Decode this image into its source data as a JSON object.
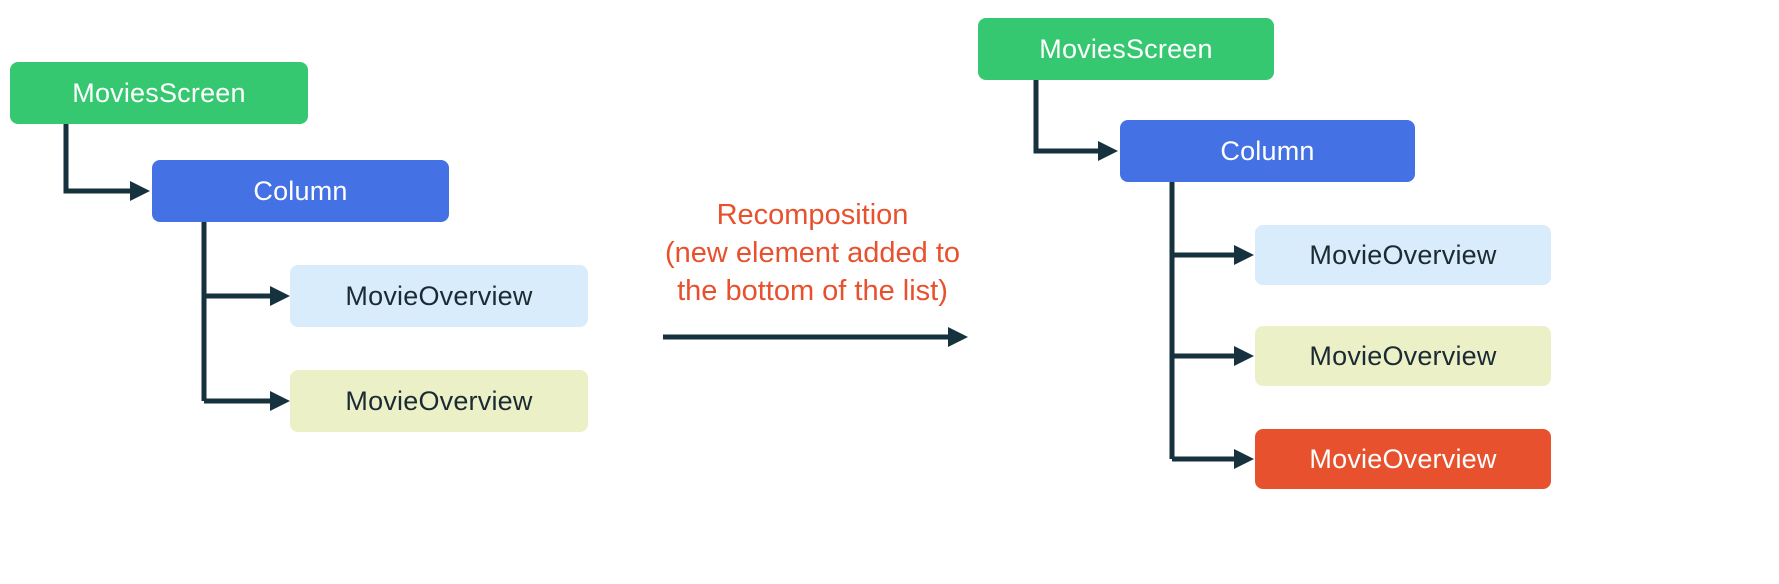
{
  "diagram": {
    "left_tree": {
      "root": {
        "label": "MoviesScreen"
      },
      "column": {
        "label": "Column"
      },
      "children": [
        {
          "label": "MovieOverview"
        },
        {
          "label": "MovieOverview"
        }
      ]
    },
    "right_tree": {
      "root": {
        "label": "MoviesScreen"
      },
      "column": {
        "label": "Column"
      },
      "children": [
        {
          "label": "MovieOverview"
        },
        {
          "label": "MovieOverview"
        },
        {
          "label": "MovieOverview"
        }
      ]
    },
    "annotation": {
      "line1": "Recomposition",
      "line2": "(new element added to",
      "line3": "the bottom of the list)"
    },
    "colors": {
      "green": "#35C871",
      "blue": "#4472E4",
      "light_blue": "#D8ECFB",
      "light_yellow": "#EBF0C7",
      "orange": "#E7512E",
      "connector": "#16323E",
      "annotation_text": "#E7512E"
    }
  }
}
